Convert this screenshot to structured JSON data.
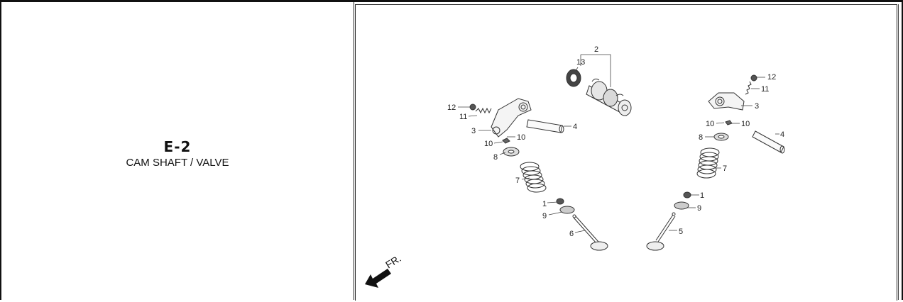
{
  "section": {
    "code": "E-2",
    "title": "CAM SHAFT / VALVE"
  },
  "diagram": {
    "direction_label": "FR.",
    "callouts": [
      {
        "id": "c2",
        "label": "2"
      },
      {
        "id": "c13",
        "label": "13"
      },
      {
        "id": "c12a",
        "label": "12"
      },
      {
        "id": "c11a",
        "label": "11"
      },
      {
        "id": "c3a",
        "label": "3"
      },
      {
        "id": "c4a",
        "label": "4"
      },
      {
        "id": "c10a",
        "label": "10"
      },
      {
        "id": "c10b",
        "label": "10"
      },
      {
        "id": "c8a",
        "label": "8"
      },
      {
        "id": "c7a",
        "label": "7"
      },
      {
        "id": "c1a",
        "label": "1"
      },
      {
        "id": "c9a",
        "label": "9"
      },
      {
        "id": "c6",
        "label": "6"
      },
      {
        "id": "c12b",
        "label": "12"
      },
      {
        "id": "c11b",
        "label": "11"
      },
      {
        "id": "c3b",
        "label": "3"
      },
      {
        "id": "c10c",
        "label": "10"
      },
      {
        "id": "c10d",
        "label": "10"
      },
      {
        "id": "c4b",
        "label": "4"
      },
      {
        "id": "c8b",
        "label": "8"
      },
      {
        "id": "c7b",
        "label": "7"
      },
      {
        "id": "c1b",
        "label": "1"
      },
      {
        "id": "c9b",
        "label": "9"
      },
      {
        "id": "c5",
        "label": "5"
      }
    ]
  }
}
